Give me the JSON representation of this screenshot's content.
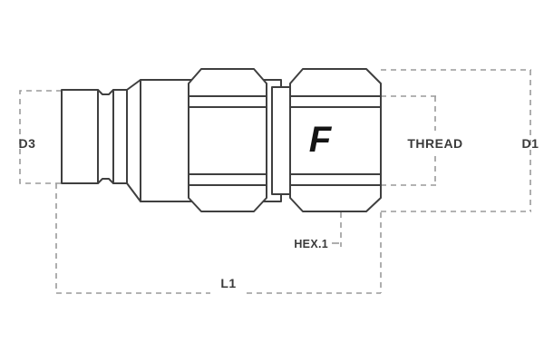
{
  "drawing": {
    "title": "Quick coupling technical dimension drawing",
    "background_color": "#ffffff",
    "outline_color": "#3f3f3f",
    "dimension_color": "#9a9a9a",
    "label_color": "#3a3a3a",
    "brand_color": "#141414"
  },
  "labels": {
    "d3": "D3",
    "d1": "D1",
    "thread": "THREAD",
    "hex1": "HEX.1",
    "l1": "L1"
  },
  "brand": {
    "mark": "F"
  },
  "part": {
    "sections": [
      {
        "name": "nipple-end",
        "label": "D3"
      },
      {
        "name": "body-barrel",
        "label": ""
      },
      {
        "name": "hex-nut-first",
        "label": "HEX.1"
      },
      {
        "name": "hex-nut-second",
        "label": "THREAD"
      }
    ]
  }
}
